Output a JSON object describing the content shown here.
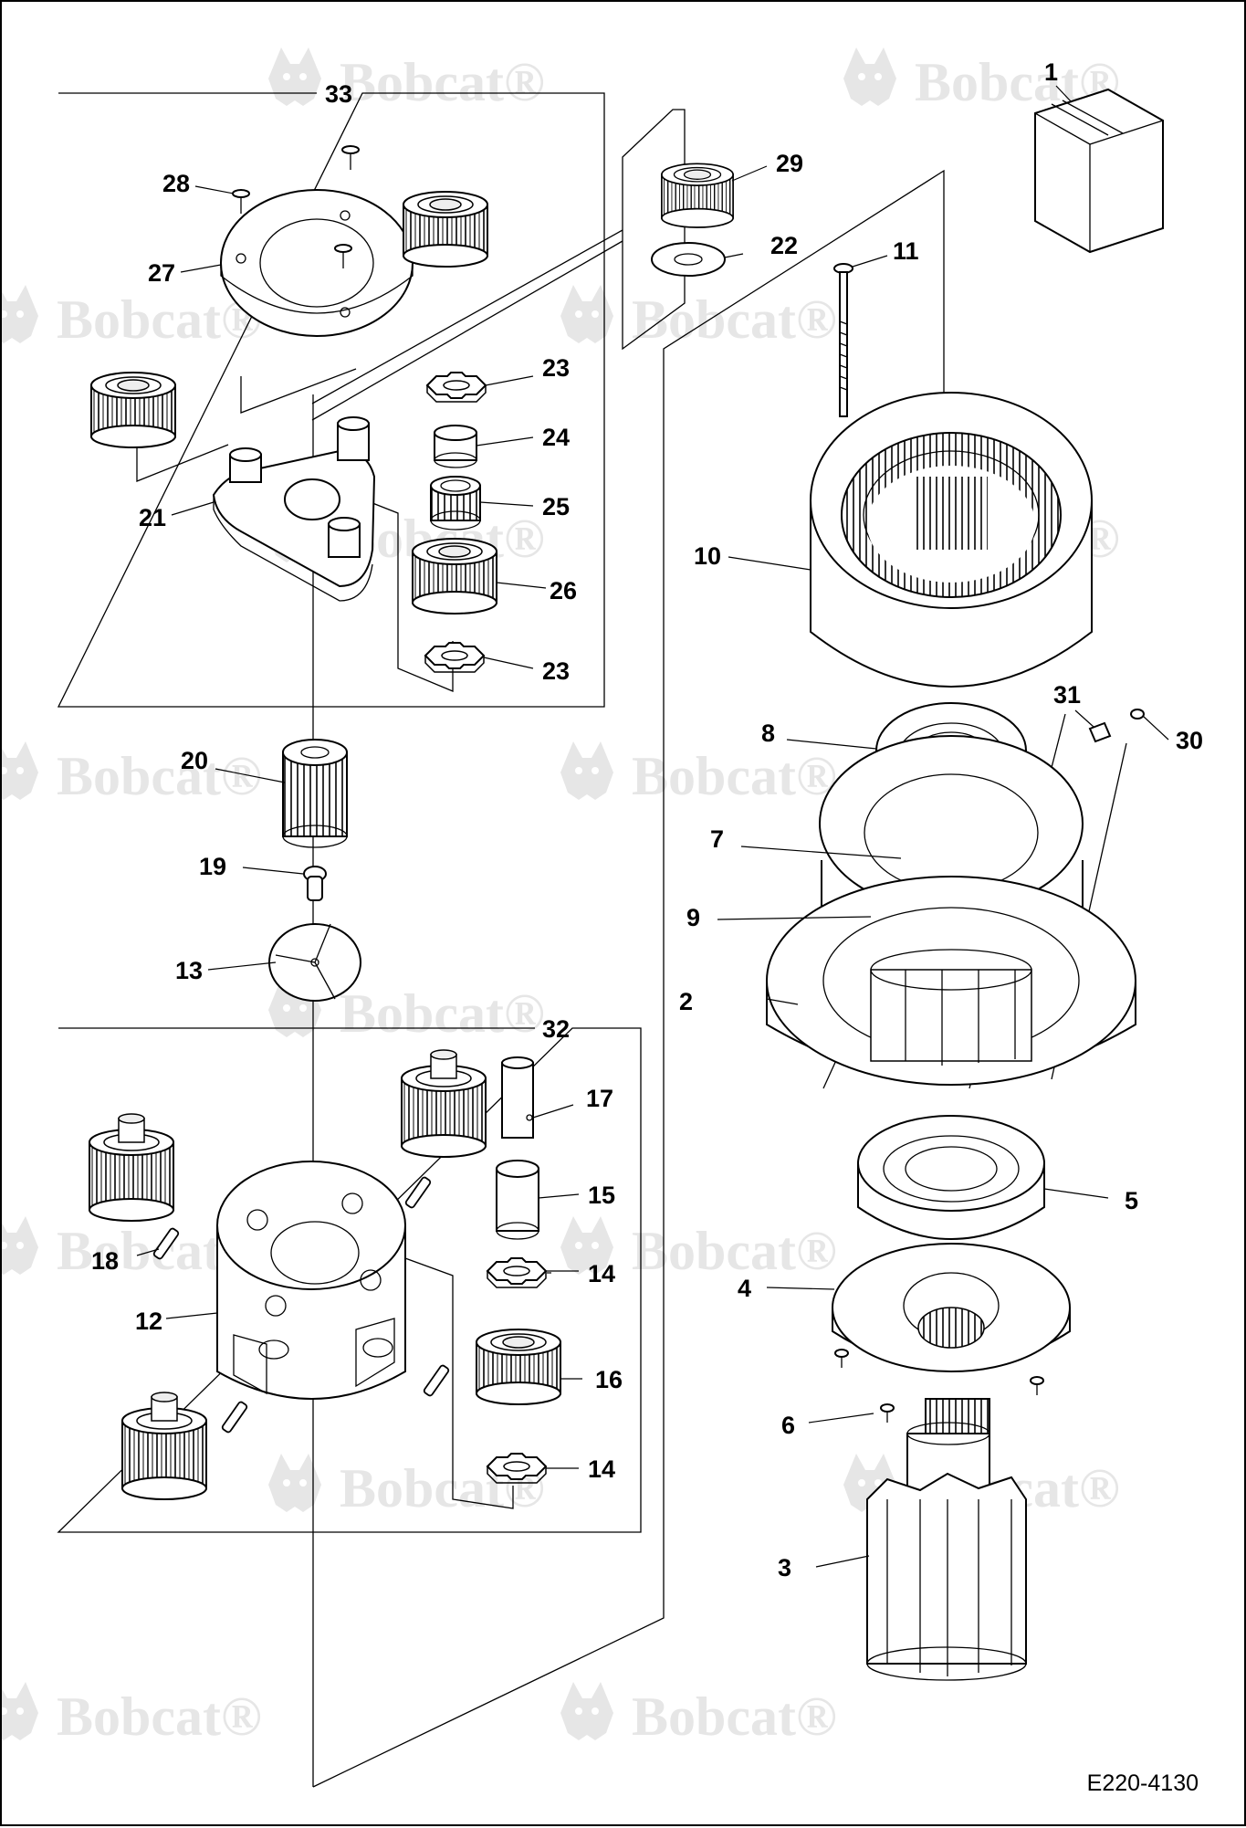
{
  "watermark": {
    "text": "Bobcat",
    "mark": "®"
  },
  "drawing_number": "E220-4130",
  "callouts": [
    {
      "id": "1",
      "label": "1"
    },
    {
      "id": "2",
      "label": "2"
    },
    {
      "id": "3",
      "label": "3"
    },
    {
      "id": "4",
      "label": "4"
    },
    {
      "id": "5",
      "label": "5"
    },
    {
      "id": "6",
      "label": "6"
    },
    {
      "id": "7",
      "label": "7"
    },
    {
      "id": "8",
      "label": "8"
    },
    {
      "id": "9",
      "label": "9"
    },
    {
      "id": "10",
      "label": "10"
    },
    {
      "id": "11",
      "label": "11"
    },
    {
      "id": "12",
      "label": "12"
    },
    {
      "id": "13",
      "label": "13"
    },
    {
      "id": "14a",
      "label": "14"
    },
    {
      "id": "14b",
      "label": "14"
    },
    {
      "id": "15",
      "label": "15"
    },
    {
      "id": "16",
      "label": "16"
    },
    {
      "id": "17",
      "label": "17"
    },
    {
      "id": "18",
      "label": "18"
    },
    {
      "id": "19",
      "label": "19"
    },
    {
      "id": "20",
      "label": "20"
    },
    {
      "id": "21",
      "label": "21"
    },
    {
      "id": "22",
      "label": "22"
    },
    {
      "id": "23a",
      "label": "23"
    },
    {
      "id": "23b",
      "label": "23"
    },
    {
      "id": "24",
      "label": "24"
    },
    {
      "id": "25",
      "label": "25"
    },
    {
      "id": "26",
      "label": "26"
    },
    {
      "id": "27",
      "label": "27"
    },
    {
      "id": "28",
      "label": "28"
    },
    {
      "id": "29",
      "label": "29"
    },
    {
      "id": "30",
      "label": "30"
    },
    {
      "id": "31",
      "label": "31"
    },
    {
      "id": "32",
      "label": "32"
    },
    {
      "id": "33",
      "label": "33"
    }
  ]
}
